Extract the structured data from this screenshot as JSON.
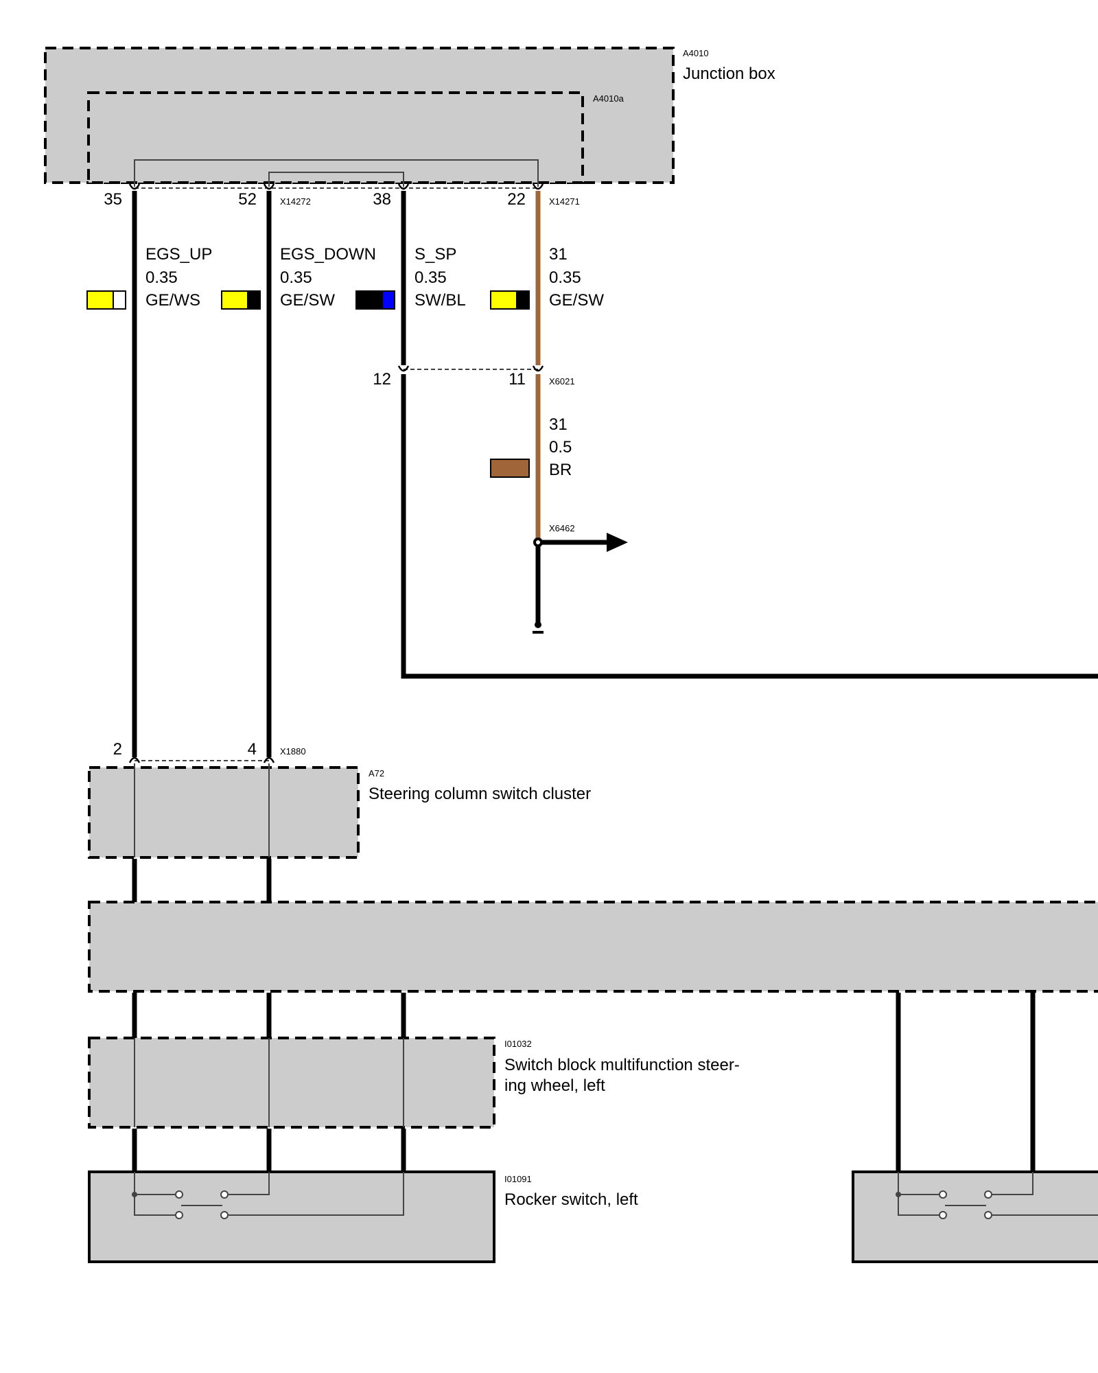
{
  "colors": {
    "black": "#000000",
    "brown": "#a0663a",
    "yellow": "#ffff00",
    "white": "#ffffff",
    "blue": "#0000ff",
    "box_fill": "#cccccc"
  },
  "components": {
    "junction_box": {
      "code": "A4010",
      "name": "Junction box"
    },
    "junction_box_sub": {
      "code": "A4010a"
    },
    "steering_column": {
      "code": "A72",
      "name": "Steering column switch cluster"
    },
    "switch_block": {
      "code": "I01032",
      "name_line1": "Switch block multifunction steer-",
      "name_line2": "ing wheel, left"
    },
    "rocker_switch": {
      "code": "I01091",
      "name": "Rocker switch, left"
    }
  },
  "connectors": {
    "x14272": "X14272",
    "x14271": "X14271",
    "x6021": "X6021",
    "x6462": "X6462",
    "x1880": "X1880"
  },
  "pins": {
    "p35": "35",
    "p52": "52",
    "p38": "38",
    "p22": "22",
    "p12": "12",
    "p11": "11",
    "p2": "2",
    "p4": "4"
  },
  "wires": [
    {
      "signal": "EGS_UP",
      "size": "0.35",
      "color_code": "GE/WS",
      "swatch": [
        "#ffff00",
        "#ffffff"
      ]
    },
    {
      "signal": "EGS_DOWN",
      "size": "0.35",
      "color_code": "GE/SW",
      "swatch": [
        "#ffff00",
        "#000000"
      ]
    },
    {
      "signal": "S_SP",
      "size": "0.35",
      "color_code": "SW/BL",
      "swatch": [
        "#000000",
        "#0000ff"
      ]
    },
    {
      "signal": "31",
      "size": "0.35",
      "color_code": "GE/SW",
      "swatch": [
        "#ffff00",
        "#000000"
      ]
    },
    {
      "signal": "31",
      "size": "0.5",
      "color_code": "BR",
      "swatch": [
        "#a0663a",
        "#a0663a"
      ]
    }
  ]
}
